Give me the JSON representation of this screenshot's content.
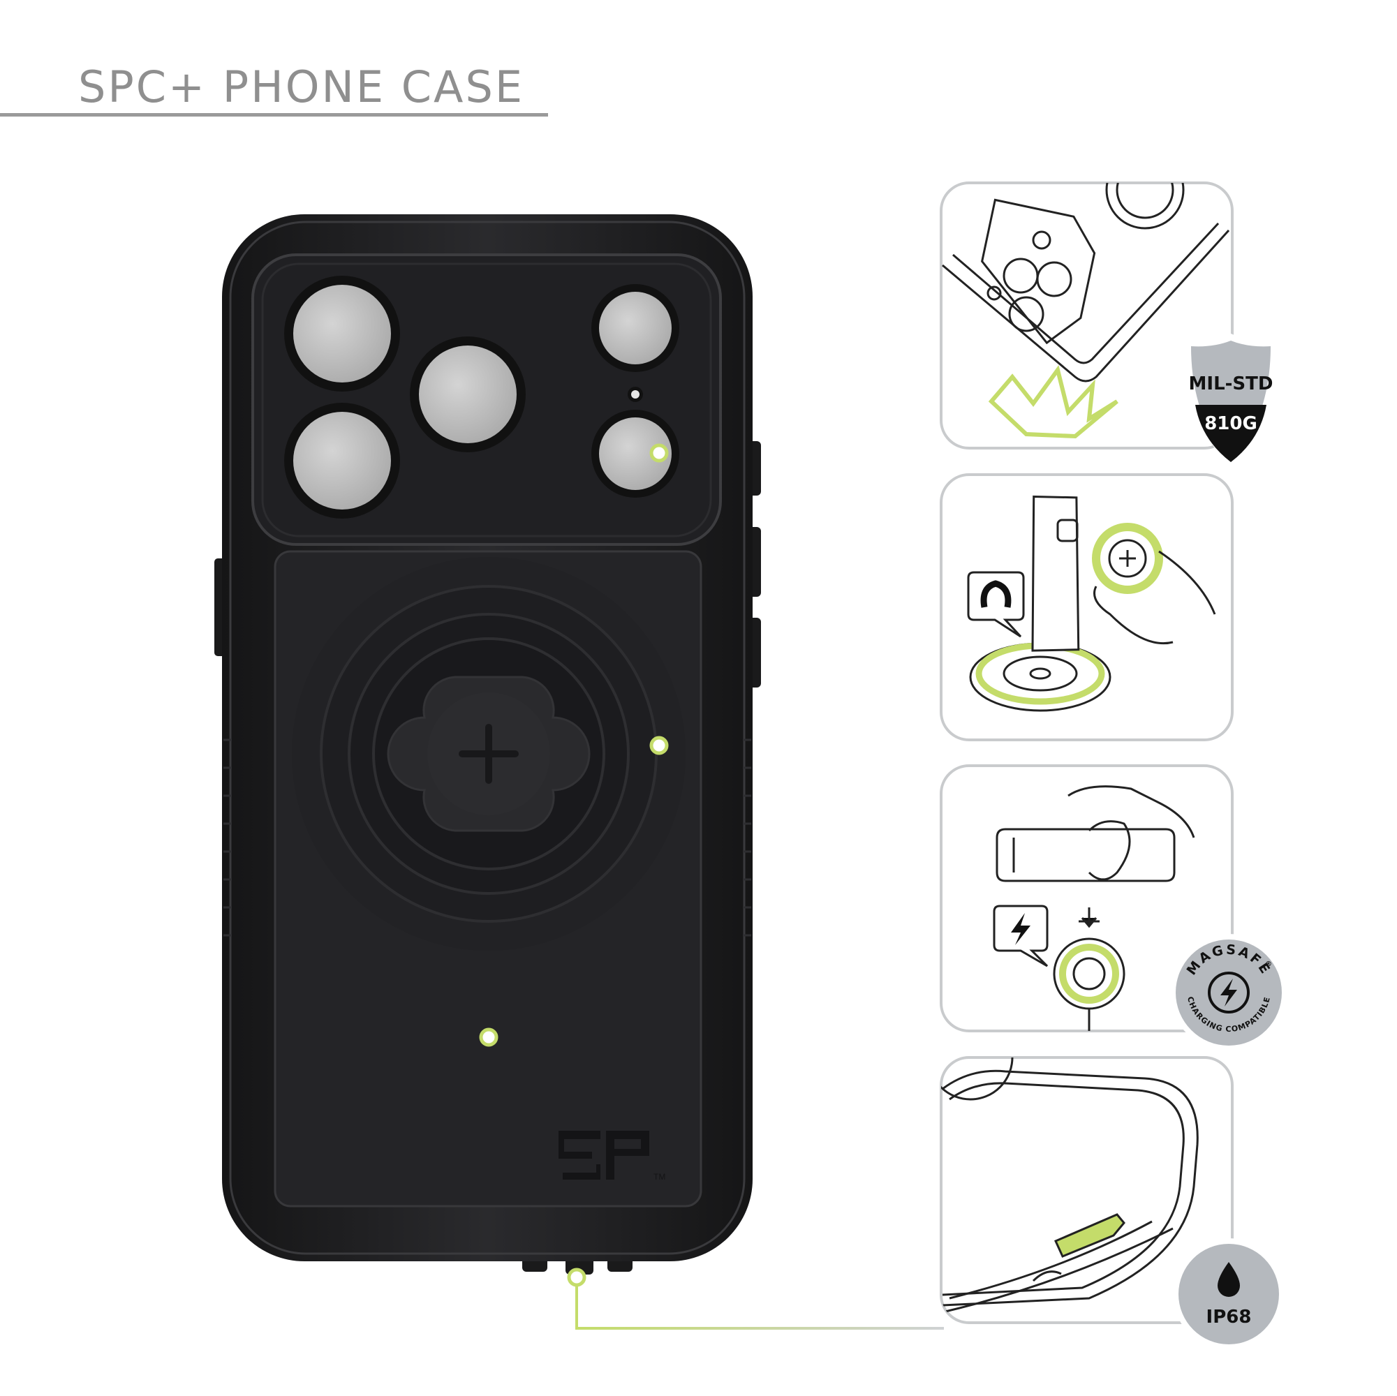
{
  "title": "SPC+ PHONE CASE",
  "colors": {
    "accent": "#c4dc6a",
    "title": "#8f8f8f",
    "case": "#1f1f21",
    "badge": "#b5b9be"
  },
  "brand_logo": "SP",
  "brand_tm": "TM",
  "features": [
    {
      "badge_line1": "MIL-STD",
      "badge_line2": "810G",
      "icon": "shield-icon"
    },
    {
      "icon": "magnet-icon"
    },
    {
      "badge_ring_text": "MAGSAFE",
      "badge_ring_mark": "®",
      "badge_ring_sub": "CHARGING COMPATIBLE",
      "icon": "lightning-icon"
    },
    {
      "badge_line1": "IP68",
      "icon": "water-drop-icon"
    }
  ]
}
